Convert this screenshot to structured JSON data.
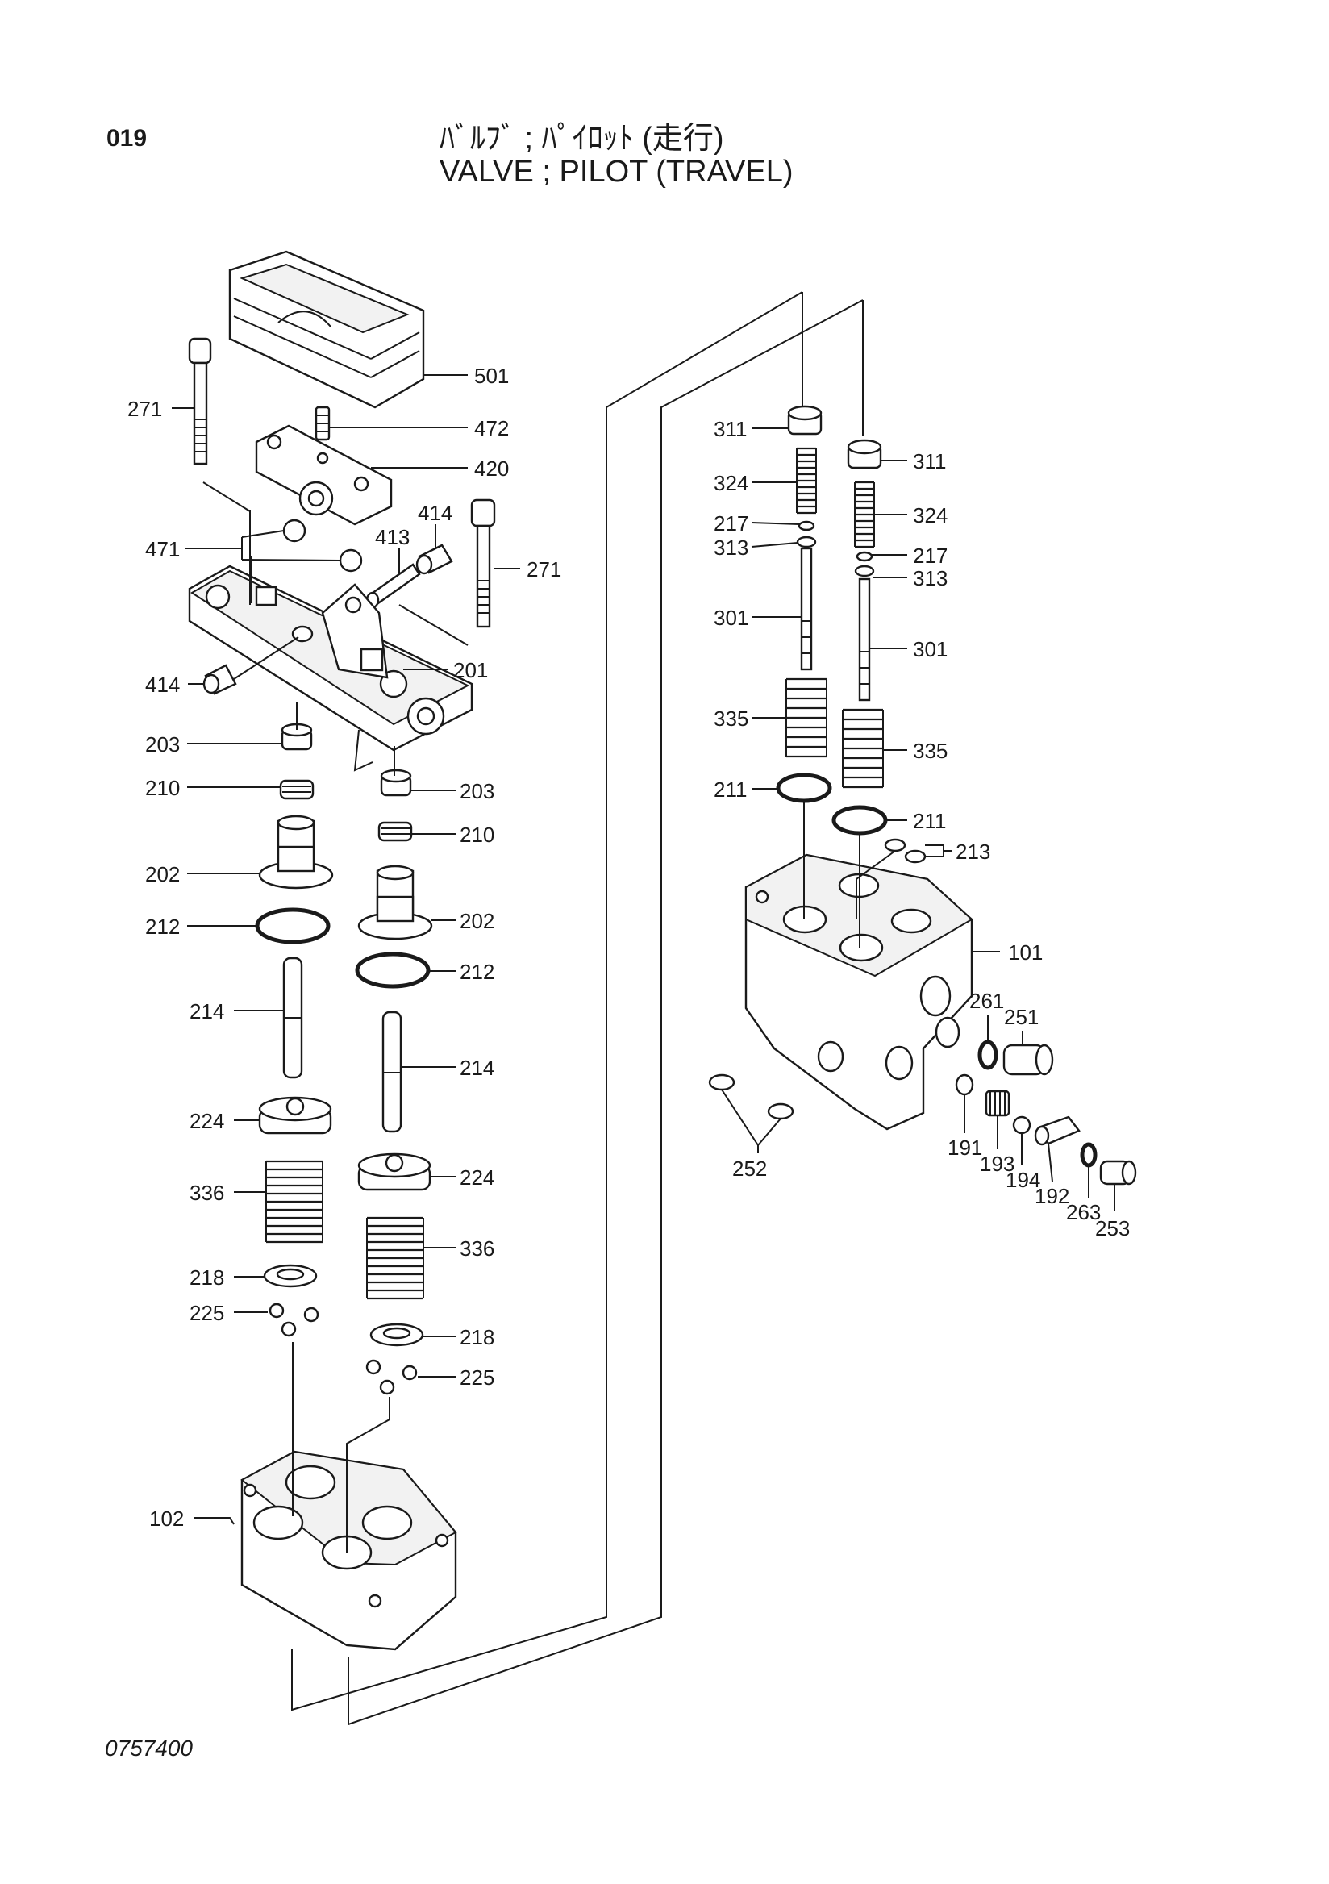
{
  "header": {
    "page_number": "019",
    "title_jp": "ﾊﾞﾙﾌﾞ ; ﾊﾟｲﾛｯﾄ (走行)",
    "title_en": "VALVE ; PILOT (TRAVEL)"
  },
  "footer": {
    "drawing_number": "0757400"
  },
  "callouts": {
    "c501": "501",
    "c472": "472",
    "c420": "420",
    "c271_left": "271",
    "c271_right": "271",
    "c414_top": "414",
    "c413": "413",
    "c471": "471",
    "c201": "201",
    "c414_left": "414",
    "c203_left": "203",
    "c203_right": "203",
    "c210_left": "210",
    "c210_right": "210",
    "c202_left": "202",
    "c202_right": "202",
    "c212_left": "212",
    "c212_right": "212",
    "c214_left": "214",
    "c214_right": "214",
    "c224_left": "224",
    "c224_right": "224",
    "c336_left": "336",
    "c336_right": "336",
    "c218_left": "218",
    "c218_right": "218",
    "c225_left": "225",
    "c225_right": "225",
    "c102": "102",
    "c311_left": "311",
    "c311_right": "311",
    "c324_left": "324",
    "c324_right": "324",
    "c217_left": "217",
    "c217_right": "217",
    "c313_left": "313",
    "c313_right": "313",
    "c301_left": "301",
    "c301_right": "301",
    "c335_left": "335",
    "c335_right": "335",
    "c211_left": "211",
    "c211_right": "211",
    "c213": "213",
    "c101": "101",
    "c261": "261",
    "c251": "251",
    "c252": "252",
    "c191": "191",
    "c193": "193",
    "c194": "194",
    "c192": "192",
    "c263": "263",
    "c253": "253"
  }
}
